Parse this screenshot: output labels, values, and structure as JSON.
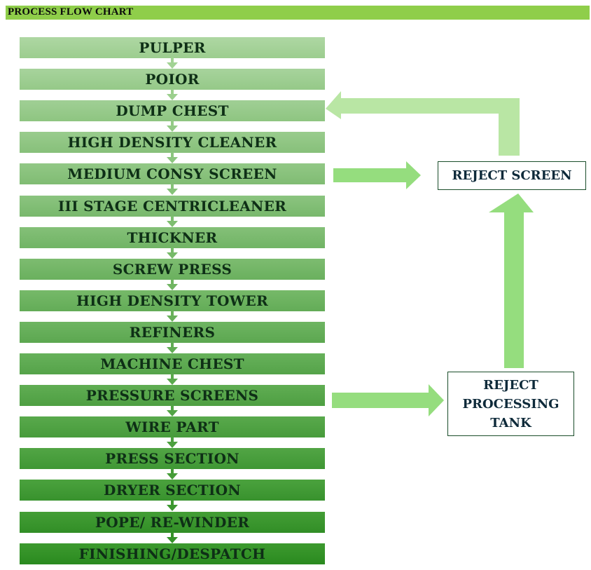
{
  "header": {
    "title": "PROCESS FLOW CHART"
  },
  "steps": [
    "PULPER",
    "POIOR",
    "DUMP CHEST",
    "HIGH DENSITY CLEANER",
    "MEDIUM CONSY SCREEN",
    "III STAGE CENTRICLEANER",
    "THICKNER",
    "SCREW PRESS",
    "HIGH DENSITY TOWER",
    "REFINERS",
    "MACHINE CHEST",
    "PRESSURE SCREENS",
    "WIRE PART",
    "PRESS SECTION",
    "DRYER SECTION",
    "POPE/ RE-WINDER",
    "FINISHING/DESPATCH"
  ],
  "side": {
    "reject_screen": "REJECT SCREEN",
    "reject_tank_lines": [
      "REJECT",
      "PROCESSING",
      "TANK"
    ]
  },
  "colors": {
    "header": "#8fce4a",
    "step_top": "#a9d39e",
    "step_bottom": "#2f8f22",
    "connector_arrow": "#3b9a2e",
    "side_arrow": "#90d978",
    "side_arrow_pale": "#b9e6a4",
    "box_border": "#1a4d2a"
  }
}
